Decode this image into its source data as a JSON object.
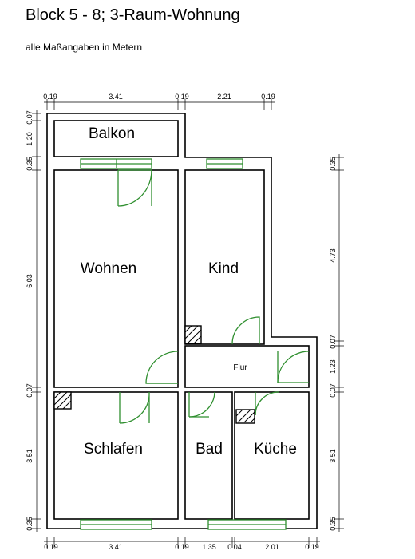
{
  "header": {
    "title": "Block 5 - 8;   3-Raum-Wohnung",
    "subtitle": "alle Maßangaben in Metern"
  },
  "rooms": {
    "balkon": "Balkon",
    "wohnen": "Wohnen",
    "kind": "Kind",
    "flur": "Flur",
    "schlafen": "Schlafen",
    "bad": "Bad",
    "kueche": "Küche"
  },
  "dimensions": {
    "top": [
      "0.19",
      "3.41",
      "0.19",
      "2.21",
      "0.19"
    ],
    "bottom": [
      "0.19",
      "3.41",
      "0.19",
      "1.35",
      "0.04",
      "2.01",
      "0.19"
    ],
    "left": [
      "0.07",
      "1.20",
      "0.35",
      "6.03",
      "0.07",
      "3.51",
      "0.35"
    ],
    "right": [
      "0.35",
      "4.73",
      "0.07",
      "1.23",
      "0.07",
      "3.51",
      "0.35"
    ]
  },
  "colors": {
    "walls": "#000000",
    "windows_doors": "#2f8f2f"
  }
}
